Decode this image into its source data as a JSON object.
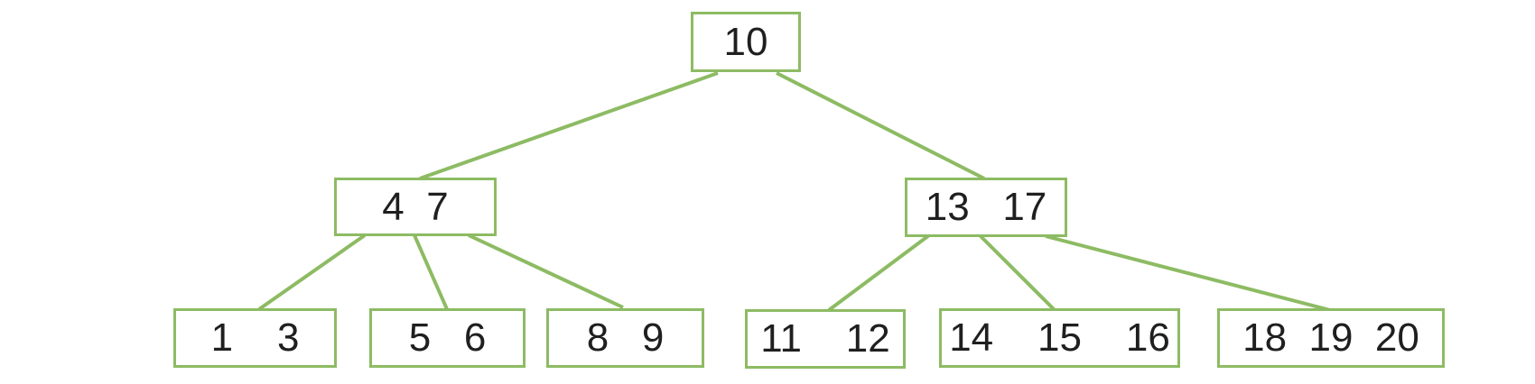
{
  "diagram": {
    "kind": "b-tree",
    "colors": {
      "edge": "#8DBB63",
      "node_border": "#8DBB63",
      "node_fill": "#FFFFFF",
      "text": "#1F1F1F",
      "background": "#FFFFFF"
    },
    "nodes": {
      "root": {
        "keys": [
          10
        ],
        "label": "10"
      },
      "internal_left": {
        "keys": [
          4,
          7
        ],
        "label": "4  7"
      },
      "internal_right": {
        "keys": [
          13,
          17
        ],
        "label": "13   17"
      },
      "leaf_1": {
        "keys": [
          1,
          3
        ],
        "label": "1    3"
      },
      "leaf_2": {
        "keys": [
          5,
          6
        ],
        "label": "5   6"
      },
      "leaf_3": {
        "keys": [
          8,
          9
        ],
        "label": "8   9"
      },
      "leaf_4": {
        "keys": [
          11,
          12
        ],
        "label": "11    12"
      },
      "leaf_5": {
        "keys": [
          14,
          15,
          16
        ],
        "label": "14    15    16"
      },
      "leaf_6": {
        "keys": [
          18,
          19,
          20
        ],
        "label": "18  19  20"
      }
    },
    "edges": [
      {
        "from": "root",
        "to": "internal_left"
      },
      {
        "from": "root",
        "to": "internal_right"
      },
      {
        "from": "internal_left",
        "to": "leaf_1"
      },
      {
        "from": "internal_left",
        "to": "leaf_2"
      },
      {
        "from": "internal_left",
        "to": "leaf_3"
      },
      {
        "from": "internal_right",
        "to": "leaf_4"
      },
      {
        "from": "internal_right",
        "to": "leaf_5"
      },
      {
        "from": "internal_right",
        "to": "leaf_6"
      }
    ]
  }
}
